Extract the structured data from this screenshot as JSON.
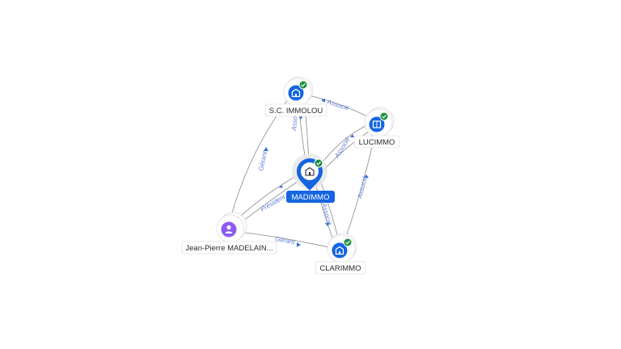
{
  "nodes": {
    "madimmo": {
      "label": "MADIMMO",
      "type": "company",
      "main": true,
      "verified": true
    },
    "immolou": {
      "label": "S.C. IMMOLOU",
      "type": "company",
      "verified": true
    },
    "lucimmo": {
      "label": "LUCIMMO",
      "type": "company",
      "verified": true
    },
    "clarimmo": {
      "label": "CLARIMMO",
      "type": "company",
      "verified": true
    },
    "person": {
      "label": "Jean-Pierre MADELAIN...",
      "type": "person",
      "verified": false
    }
  },
  "edges": {
    "immolou_madimmo": {
      "label": "Associé"
    },
    "lucimmo_immolou": {
      "label": "Associé"
    },
    "madimmo_lucimmo": {
      "label": "Associé"
    },
    "madimmo_clarimmo": {
      "label": "Associé"
    },
    "clarimmo_lucimmo": {
      "label": "Associé"
    },
    "person_immolou": {
      "label": "Gérant"
    },
    "person_madimmo": {
      "label": "Président"
    },
    "person_clarimmo": {
      "label": "Gérant"
    }
  },
  "colors": {
    "company_icon": "#1565e0",
    "person_icon": "#8e5cf0",
    "verified_badge": "#1e8e3e",
    "edge_label": "#5a7fd6",
    "main_label_bg": "#1565e0"
  },
  "icons": {
    "company": "building-icon",
    "person": "person-icon",
    "verified": "check-badge-icon"
  }
}
